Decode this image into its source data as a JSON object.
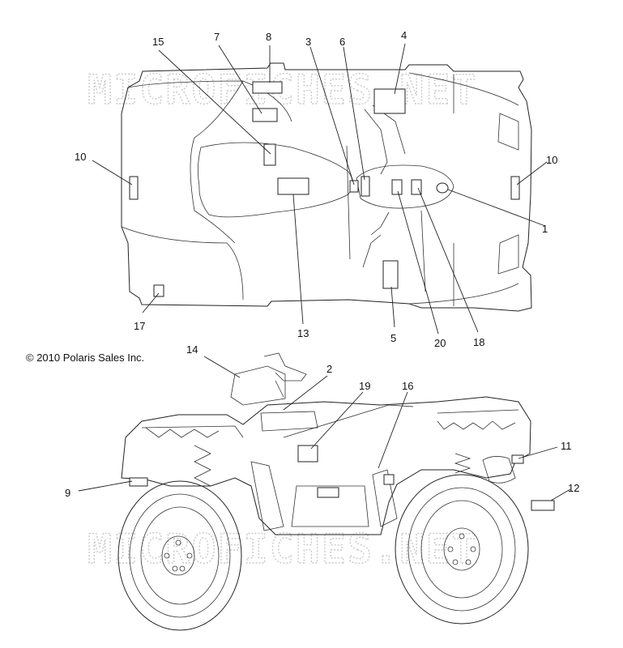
{
  "copyright": "© 2010 Polaris Sales Inc.",
  "watermark": "MICROFICHES.NET",
  "callouts": [
    "15",
    "7",
    "8",
    "3",
    "6",
    "4",
    "10",
    "10",
    "1",
    "17",
    "13",
    "5",
    "20",
    "18",
    "14",
    "2",
    "19",
    "16",
    "11",
    "9",
    "12"
  ]
}
